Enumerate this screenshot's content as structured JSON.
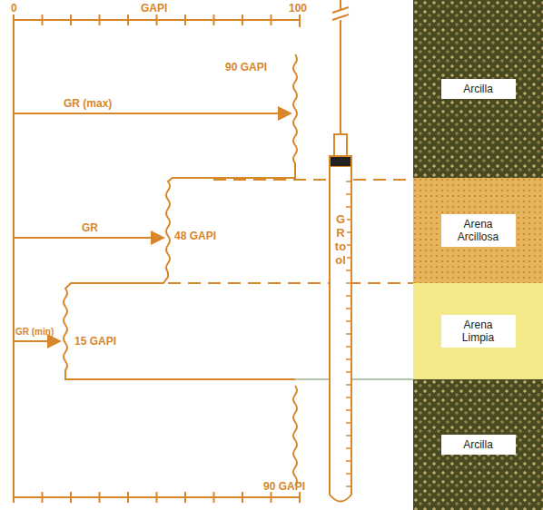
{
  "diagram": {
    "nodes": [
      {
        "text": [
          "Arcilla"
        ]
      },
      {
        "text": [
          "Arena Arcillosa"
        ]
      },
      {
        "text": [
          "Arena Limpia"
        ]
      },
      {
        "text": [
          "Arcilla"
        ]
      },
      {
        "text": [
          "GR tool"
        ]
      }
    ],
    "labels": [
      "0",
      "GAPI",
      "100",
      "90 GAPI",
      "GR (max)",
      "GR",
      "48 GAPI",
      "GR (min)",
      "15 GAPI",
      "90 GAPI"
    ]
  }
}
